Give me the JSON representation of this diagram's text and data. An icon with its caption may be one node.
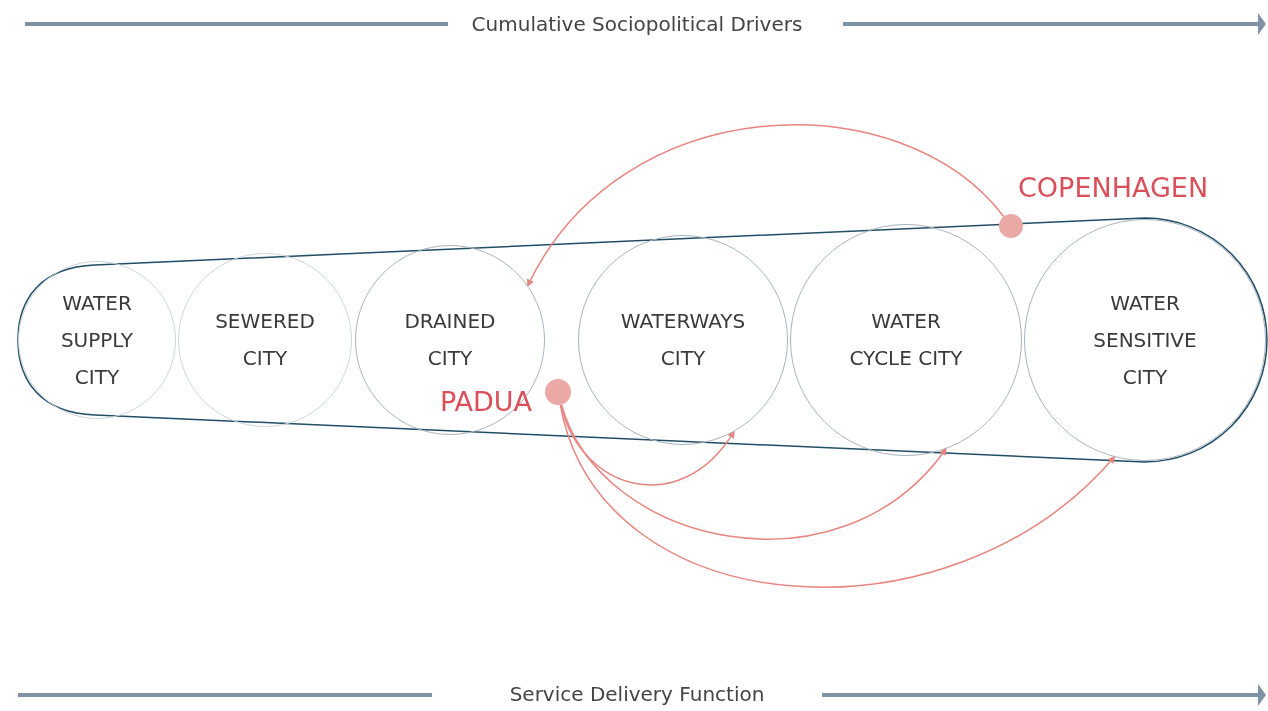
{
  "diagram": {
    "nodes": [
      {
        "text": [
          "WATER SUPPLY CITY"
        ]
      },
      {
        "text": [
          "SEWERED CITY"
        ]
      },
      {
        "text": [
          "DRAINED CITY"
        ]
      },
      {
        "text": [
          "WATERWAYS CITY"
        ]
      },
      {
        "text": [
          "WATER CYCLE CITY"
        ]
      },
      {
        "text": [
          "WATER SENSITIVE CITY"
        ]
      },
      {
        "text": [],
        "shape": "circle",
        "beside": [
          "PADUA"
        ]
      },
      {
        "text": [],
        "shape": "circle",
        "beside": [
          "COPENHAGEN"
        ]
      }
    ],
    "edges": [
      {
        "from": 7,
        "to": 2,
        "arrow": "to"
      },
      {
        "from": 6,
        "to": 3,
        "arrow": "to"
      },
      {
        "from": 6,
        "to": 4,
        "arrow": "to"
      },
      {
        "from": 6,
        "to": 5,
        "arrow": "to"
      }
    ],
    "labels": [
      "Cumulative Sociopolitical Drivers",
      "Service Delivery Function"
    ]
  }
}
